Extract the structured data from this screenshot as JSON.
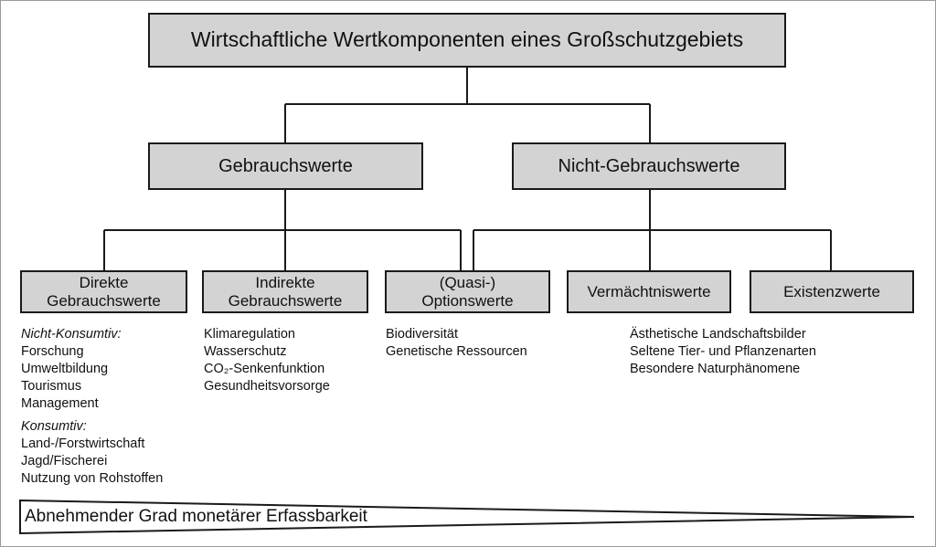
{
  "root": {
    "label": "Wirtschaftliche Wertkomponenten eines Großschutzgebiets"
  },
  "level1": {
    "use": "Gebrauchswerte",
    "nonuse": "Nicht-Gebrauchswerte"
  },
  "level2": {
    "direct": [
      "Direkte",
      "Gebrauchswerte"
    ],
    "indirect": [
      "Indirekte",
      "Gebrauchswerte"
    ],
    "option": [
      "(Quasi-)",
      "Optionswerte"
    ],
    "bequest": "Vermächtniswerte",
    "existence": "Existenzwerte"
  },
  "lists": {
    "direct": {
      "nonconsumptive_head": "Nicht-Konsumtiv:",
      "nonconsumptive": [
        "Forschung",
        "Umweltbildung",
        "Tourismus",
        "Management"
      ],
      "consumptive_head": "Konsumtiv:",
      "consumptive": [
        "Land-/Forstwirtschaft",
        "Jagd/Fischerei",
        "Nutzung von Rohstoffen"
      ]
    },
    "indirect": [
      "Klimaregulation",
      "Wasserschutz",
      "CO₂-Senkenfunktion",
      "Gesundheitsvorsorge"
    ],
    "option": [
      "Biodiversität",
      "Genetische Ressourcen"
    ],
    "nonuse": [
      "Ästhetische Landschaftsbilder",
      "Seltene Tier- und Pflanzenarten",
      "Besondere Naturphänomene"
    ]
  },
  "scale": {
    "label": "Abnehmender Grad monetärer Erfassbarkeit"
  },
  "colors": {
    "box_fill": "#d3d3d3",
    "line": "#1a1a1a"
  }
}
